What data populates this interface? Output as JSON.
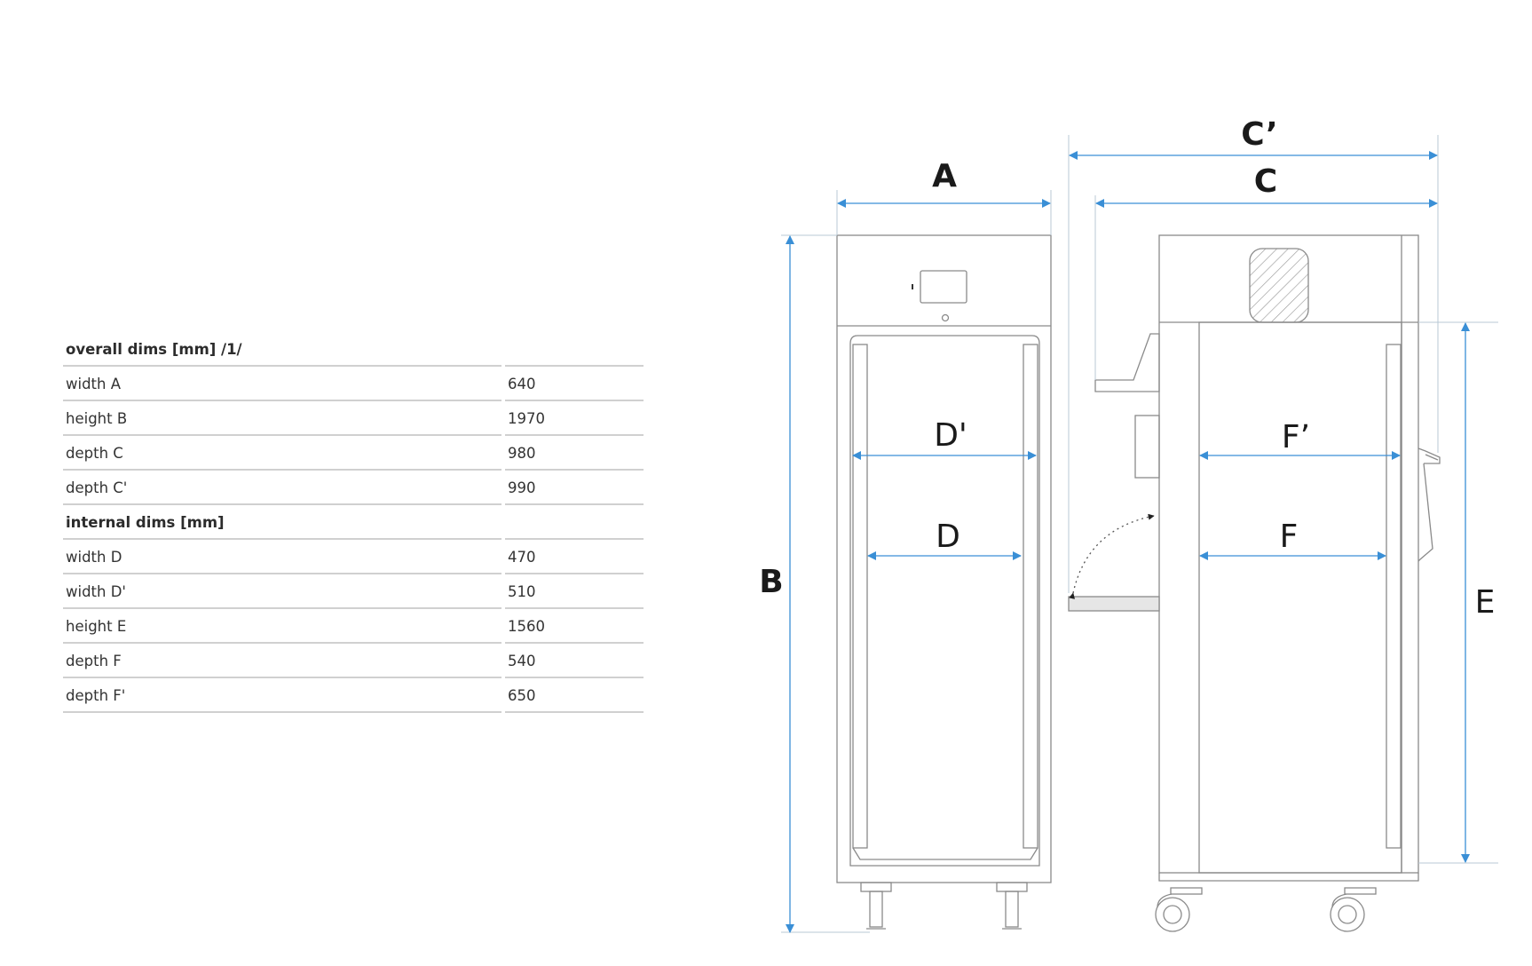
{
  "table": {
    "rows": [
      {
        "label": "overall dims [mm] /1/",
        "value": "",
        "header": true
      },
      {
        "label": "width A",
        "value": "640"
      },
      {
        "label": "height B",
        "value": "1970"
      },
      {
        "label": "depth C",
        "value": "980"
      },
      {
        "label": "depth C'",
        "value": "990"
      },
      {
        "label": "internal dims [mm]",
        "value": "",
        "header": true
      },
      {
        "label": "width D",
        "value": "470"
      },
      {
        "label": "width D'",
        "value": "510"
      },
      {
        "label": "height E",
        "value": "1560"
      },
      {
        "label": "depth F",
        "value": "540"
      },
      {
        "label": "depth F'",
        "value": "650"
      }
    ]
  },
  "diagram": {
    "labels": {
      "A": "A",
      "B": "B",
      "C": "C",
      "C_prime": "C’",
      "D": "D",
      "D_prime": "D'",
      "E": "E",
      "F": "F",
      "F_prime": "F’"
    },
    "colors": {
      "dimension": "#3a8fd6",
      "outline": "#8a8a8a",
      "text": "#1a1a1a",
      "rule": "#d0d0d0"
    }
  }
}
